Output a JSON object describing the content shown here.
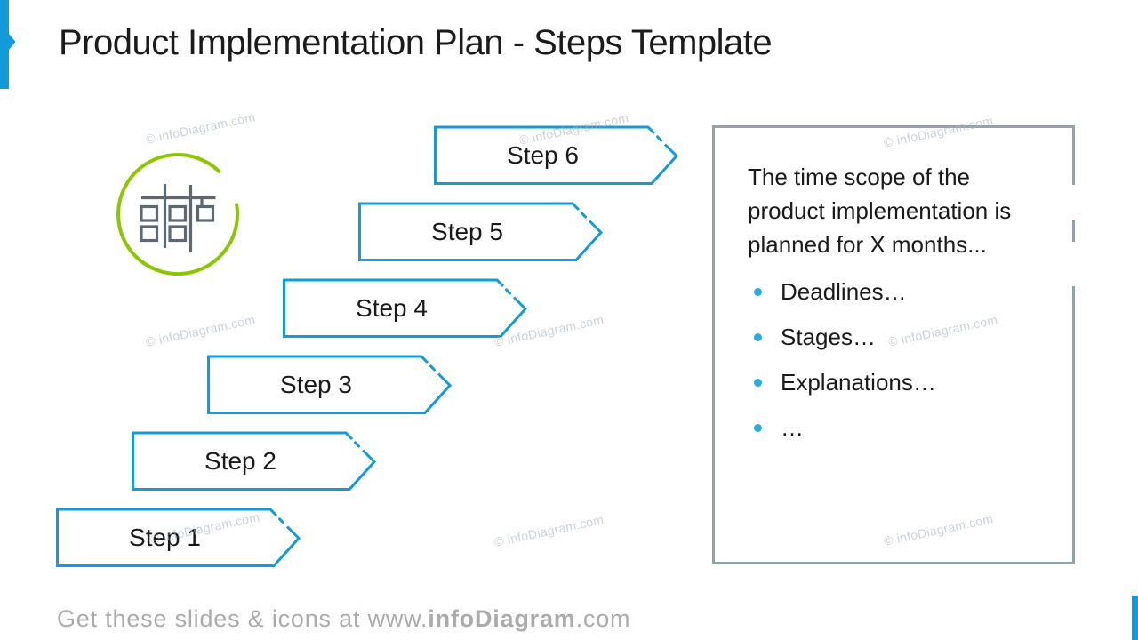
{
  "slide": {
    "title": "Product Implementation Plan - Steps Template"
  },
  "steps": [
    {
      "label": "Step 1"
    },
    {
      "label": "Step 2"
    },
    {
      "label": "Step 3"
    },
    {
      "label": "Step 4"
    },
    {
      "label": "Step 5"
    },
    {
      "label": "Step 6"
    }
  ],
  "info_box": {
    "intro": "The time scope of the product implementation is planned for X months...",
    "bullets": [
      {
        "label": "Deadlines…"
      },
      {
        "label": "Stages…"
      },
      {
        "label": "Explanations…"
      },
      {
        "label": "…"
      }
    ]
  },
  "icon": {
    "name": "gantt-plan-icon"
  },
  "watermark": {
    "text": "© infoDiagram.com"
  },
  "footer": {
    "prefix": "Get these slides & icons at www.",
    "brand": "infoDiagram",
    "suffix": ".com"
  },
  "colors": {
    "blue": "#129BD8",
    "bullet-blue": "#29ABE2",
    "green": "#8CC502",
    "icon-gray": "#5C6873",
    "box-border": "#93A0AD",
    "watermark": "#A9B6C9",
    "footer-gray": "#ABABAB",
    "text": "#1b1b1b"
  }
}
